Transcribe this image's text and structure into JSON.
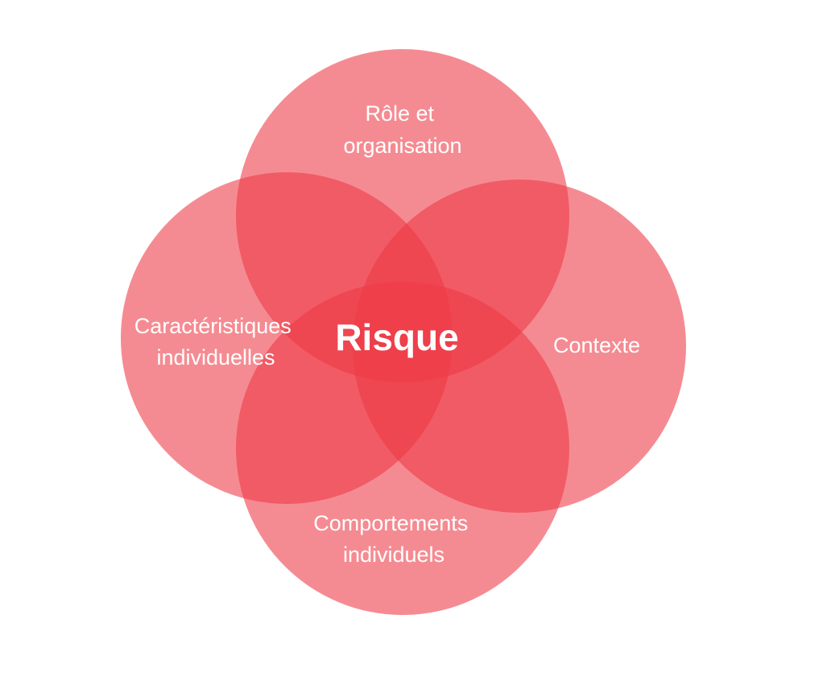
{
  "diagram": {
    "type": "venn",
    "circle_color": "#EE3A45",
    "center_label": "Risque",
    "circles": [
      {
        "id": "top",
        "lines": [
          "Rôle et",
          "organisation"
        ]
      },
      {
        "id": "left",
        "lines": [
          "Caractéristiques",
          "individuelles"
        ]
      },
      {
        "id": "right",
        "lines": [
          "Contexte"
        ]
      },
      {
        "id": "bottom",
        "lines": [
          "Comportements",
          "individuels"
        ]
      }
    ]
  }
}
